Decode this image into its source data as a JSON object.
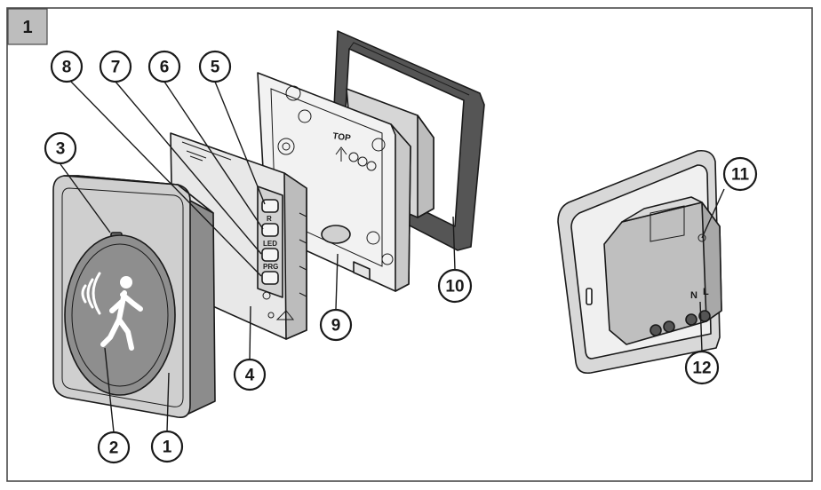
{
  "figure": {
    "number": "1",
    "colors": {
      "frame_border": "#4a4a4a",
      "badge_bg": "#bdbdbd",
      "device_face": "#cfcfcf",
      "device_light": "#e6e6e6",
      "device_dark": "#8c8c8c",
      "frame_dark": "#555555",
      "outline": "#1a1a1a"
    }
  },
  "device_labels": {
    "button_r": "R",
    "button_led": "LED",
    "button_prg": "PRG",
    "top_marker": "TOP",
    "terminal_n": "N",
    "terminal_l": "L"
  },
  "callouts": [
    {
      "id": "c1",
      "label": "1"
    },
    {
      "id": "c2",
      "label": "2"
    },
    {
      "id": "c3",
      "label": "3"
    },
    {
      "id": "c4",
      "label": "4"
    },
    {
      "id": "c5",
      "label": "5"
    },
    {
      "id": "c6",
      "label": "6"
    },
    {
      "id": "c7",
      "label": "7"
    },
    {
      "id": "c8",
      "label": "8"
    },
    {
      "id": "c9",
      "label": "9"
    },
    {
      "id": "c10",
      "label": "10"
    },
    {
      "id": "c11",
      "label": "11"
    },
    {
      "id": "c12",
      "label": "12"
    }
  ]
}
